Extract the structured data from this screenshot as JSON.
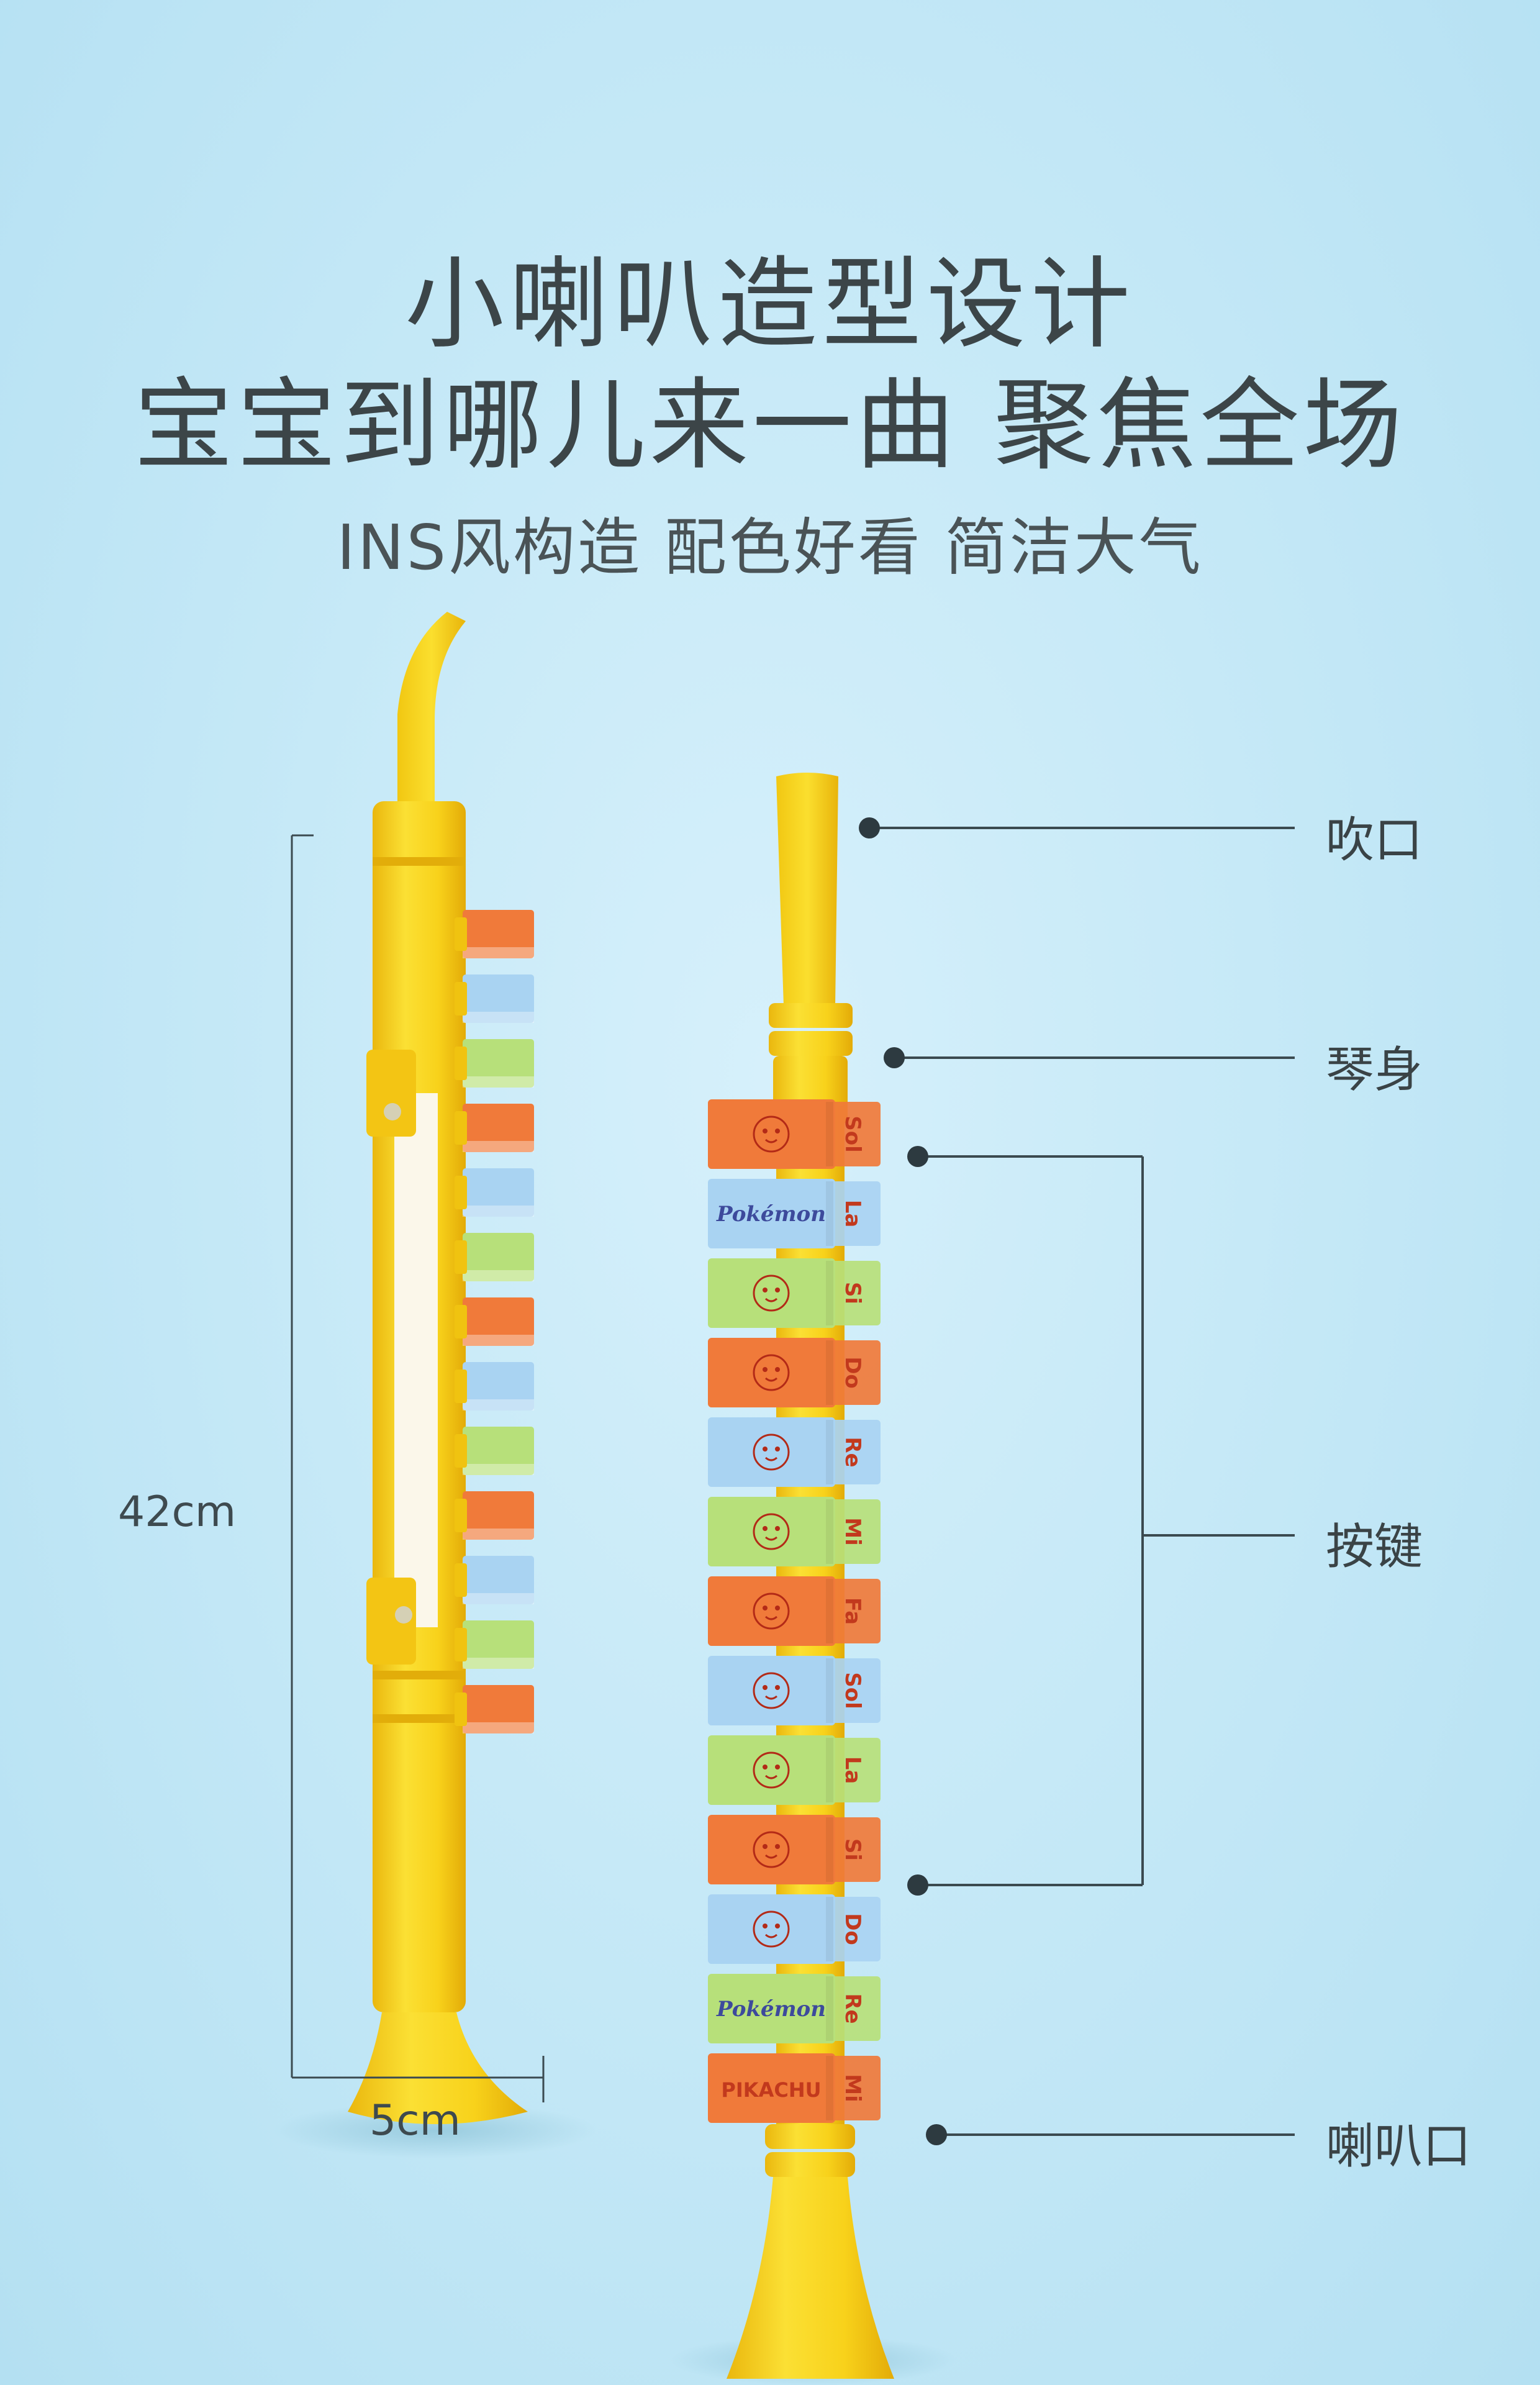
{
  "headline": {
    "line1": "小喇叭造型设计",
    "line2": "宝宝到哪儿来一曲 聚焦全场",
    "line3": "INS风构造 配色好看 简洁大气"
  },
  "dimensions": {
    "height_label": "42cm",
    "width_label": "5cm"
  },
  "callouts": {
    "mouthpiece": "吹口",
    "body": "琴身",
    "keys": "按键",
    "bell": "喇叭口"
  },
  "keys": [
    {
      "note": "Sol",
      "color": "#f07a3a"
    },
    {
      "note": "La",
      "color": "#a9d3f2"
    },
    {
      "note": "Si",
      "color": "#b7e07a"
    },
    {
      "note": "Do",
      "color": "#f07a3a"
    },
    {
      "note": "Re",
      "color": "#a9d3f2"
    },
    {
      "note": "Mi",
      "color": "#b7e07a"
    },
    {
      "note": "Fa",
      "color": "#f07a3a"
    },
    {
      "note": "Sol",
      "color": "#a9d3f2"
    },
    {
      "note": "La",
      "color": "#b7e07a"
    },
    {
      "note": "Si",
      "color": "#f07a3a"
    },
    {
      "note": "Do",
      "color": "#a9d3f2"
    },
    {
      "note": "Re",
      "color": "#b7e07a"
    },
    {
      "note": "Mi",
      "color": "#f07a3a"
    }
  ],
  "key_icons": [
    "music-pikachu-icon",
    "pokemon-logo",
    "face-icon",
    "trumpet-icon",
    "pikachu-icon",
    "music-notes-icon",
    "eevee-icon",
    "bow-icon",
    "jigglypuff-icon",
    "piano-keys-icon",
    "pichu-icon",
    "pokemon-logo",
    "pikachu-text-icon"
  ],
  "key_printed_text": {
    "pokemon": "Pokémon",
    "pikachu": "PIKACHU"
  },
  "colors": {
    "trumpet_yellow": "#f7d21a",
    "trumpet_shade": "#e9b90c",
    "key_orange": "#f07a3a",
    "key_blue": "#a9d3f2",
    "key_green": "#b7e07a",
    "background": "#c6e9f7",
    "line": "#3b4a50"
  }
}
